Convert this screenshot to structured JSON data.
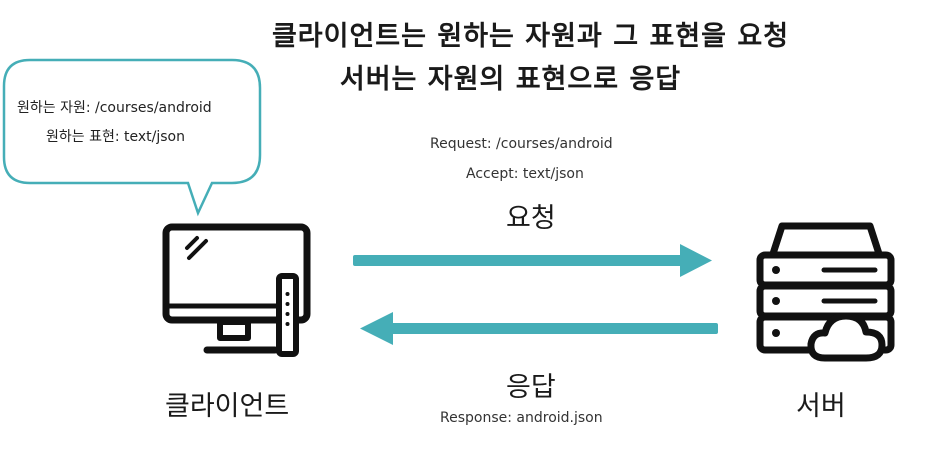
{
  "title": {
    "line1": "클라이언트는 원하는 자원과 그 표현을 요청",
    "line2": "서버는 자원의 표현으로 응답"
  },
  "bubble": {
    "line1": "원하는 자원: /courses/android",
    "line2": "원하는 표현: text/json"
  },
  "request": {
    "line1": "Request: /courses/android",
    "line2": "Accept: text/json",
    "label": "요청"
  },
  "response": {
    "label": "응답",
    "line1": "Response: android.json"
  },
  "client": {
    "label": "클라이언트",
    "icon": "computer-monitor-icon"
  },
  "server": {
    "label": "서버",
    "icon": "server-cloud-icon"
  },
  "colors": {
    "arrow": "#45aeb7",
    "bubble_border": "#45aeb7",
    "icon": "#111111"
  }
}
